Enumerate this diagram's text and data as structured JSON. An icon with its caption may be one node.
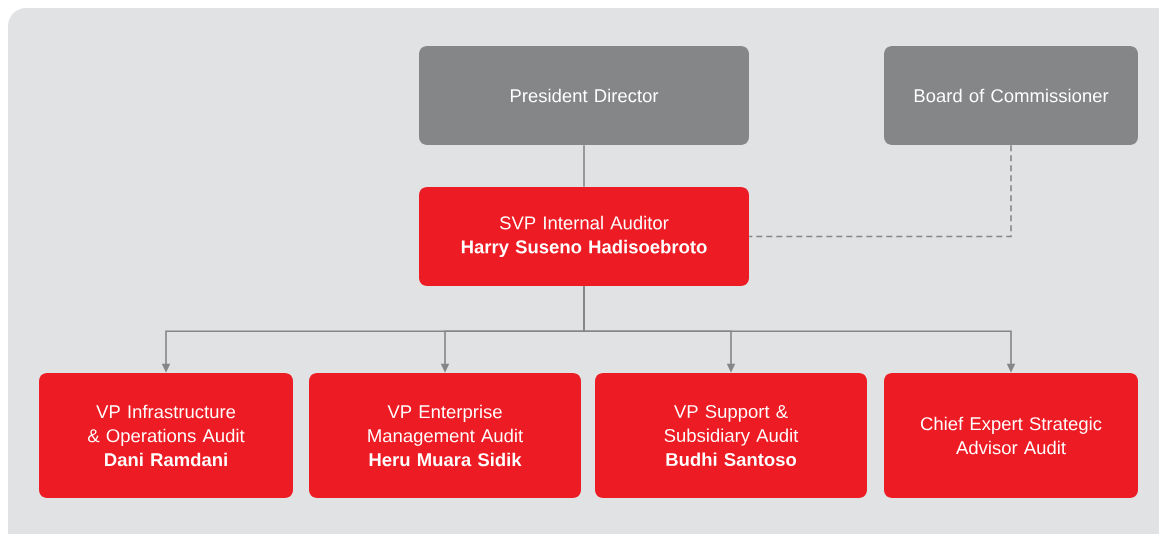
{
  "diagram": {
    "nodes": [
      {
        "text": [
          "President Director"
        ]
      },
      {
        "text": [
          "Board of Commissioner"
        ]
      },
      {
        "text": [
          "SVP Internal Auditor",
          "Harry Suseno Hadisoebroto"
        ]
      },
      {
        "text": [
          "VP Infrastructure & Operations Audit",
          "Dani Ramdani"
        ]
      },
      {
        "text": [
          "VP Enterprise Management Audit",
          "Heru Muara Sidik"
        ]
      },
      {
        "text": [
          "VP Support & Subsidiary Audit",
          "Budhi Santoso"
        ]
      },
      {
        "text": [
          "Chief Expert Strategic Advisor Audit"
        ]
      }
    ],
    "edges": [
      {
        "from": 0,
        "to": 2,
        "arrow": "none"
      },
      {
        "from": 1,
        "to": 2,
        "arrow": "none",
        "style": "dashed"
      },
      {
        "from": 2,
        "to": 3,
        "arrow": "to"
      },
      {
        "from": 2,
        "to": 4,
        "arrow": "to"
      },
      {
        "from": 2,
        "to": 5,
        "arrow": "to"
      },
      {
        "from": 2,
        "to": 6,
        "arrow": "to"
      }
    ]
  }
}
